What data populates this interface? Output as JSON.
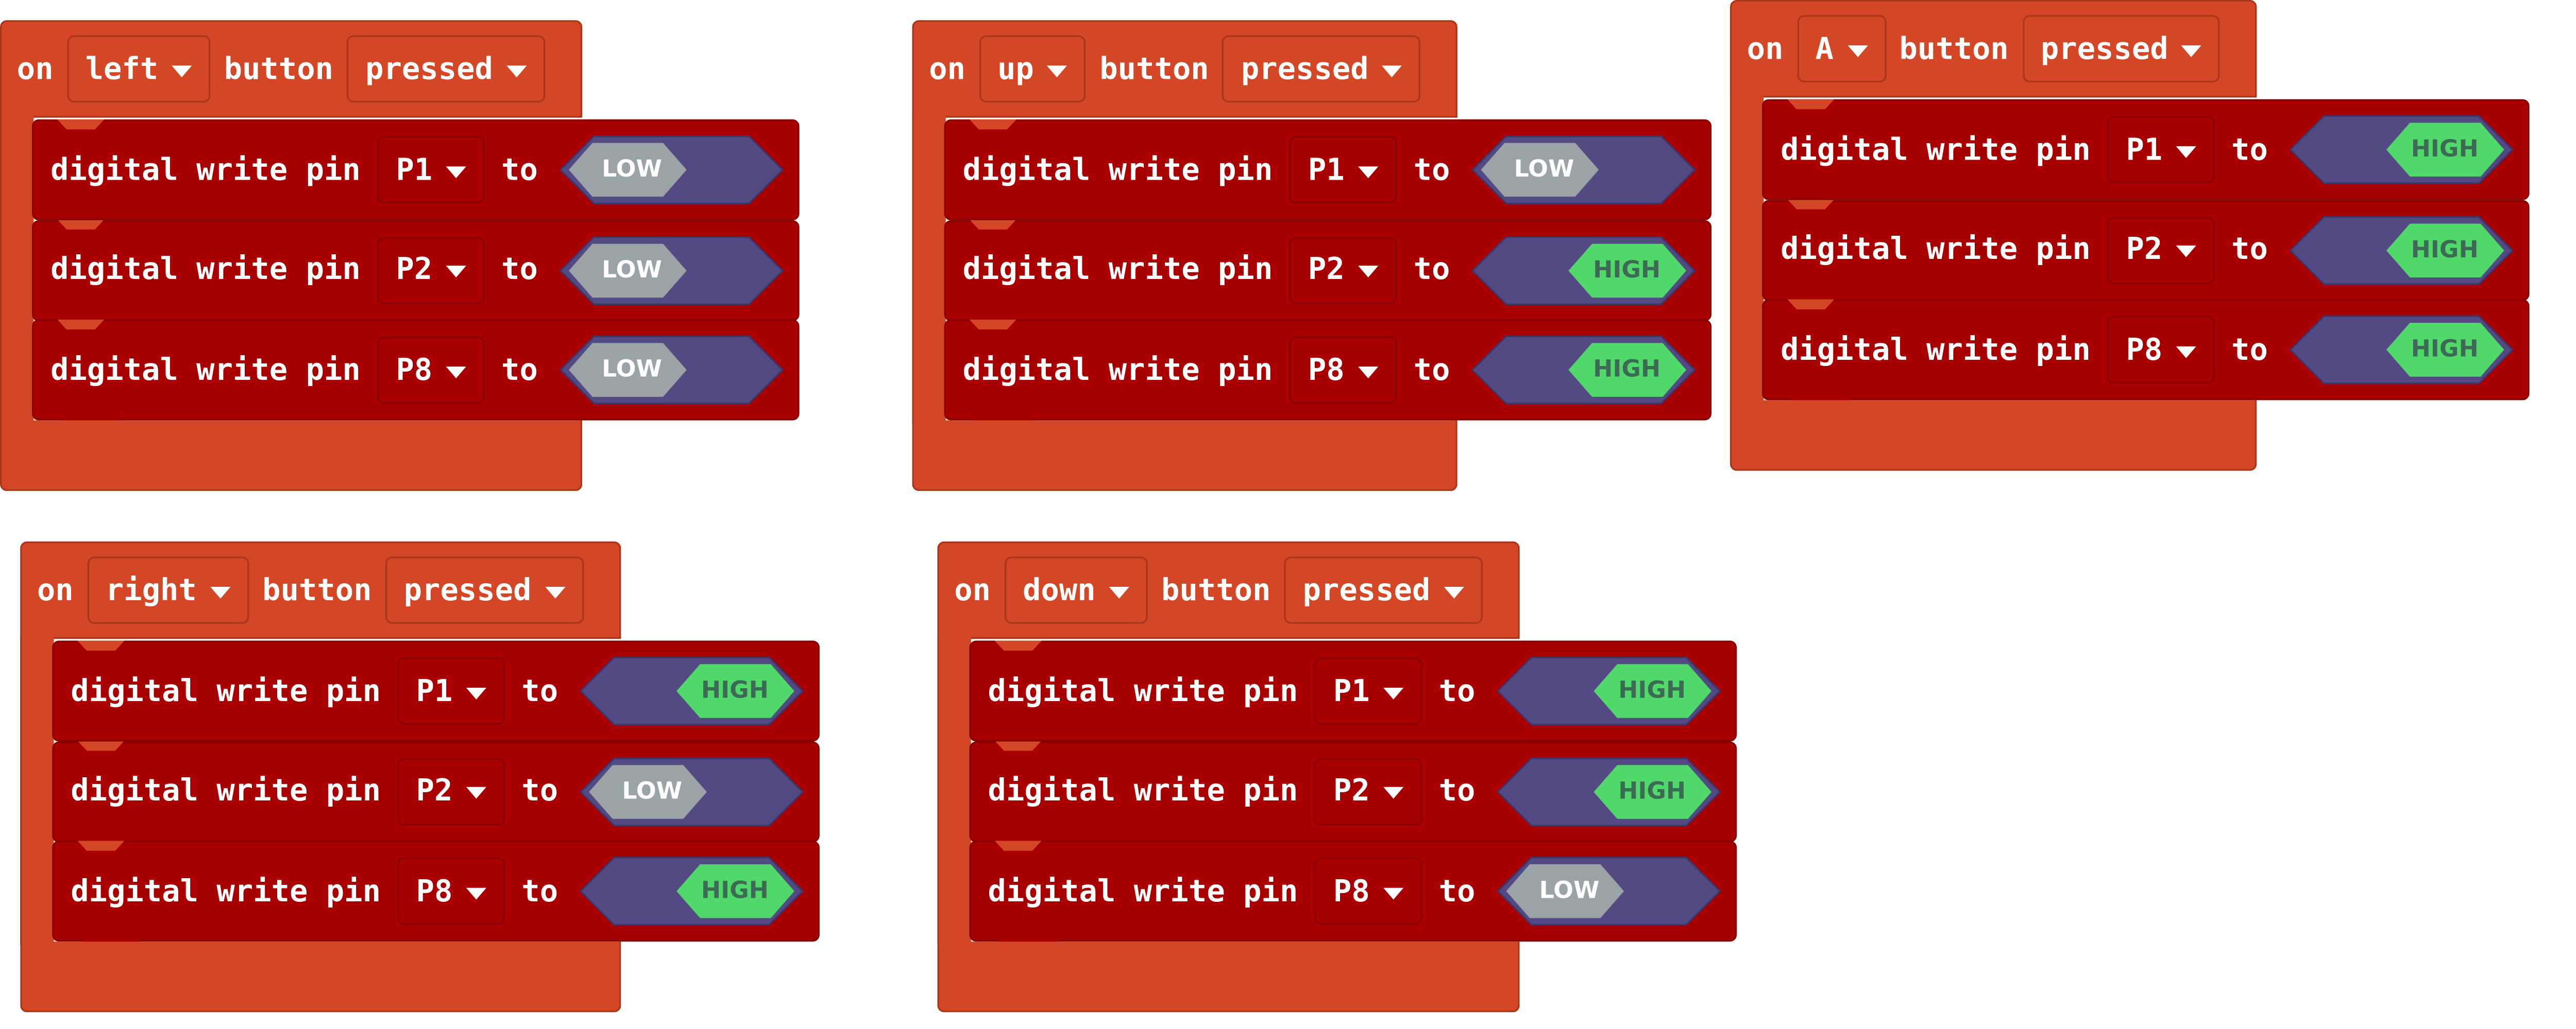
{
  "blocks": [
    {
      "name": "left",
      "prefix": "on",
      "button": "left",
      "middle": "button",
      "event": "pressed",
      "statements": [
        {
          "text": "digital write pin",
          "pin": "P1",
          "to": "to",
          "value": "LOW"
        },
        {
          "text": "digital write pin",
          "pin": "P2",
          "to": "to",
          "value": "LOW"
        },
        {
          "text": "digital write pin",
          "pin": "P8",
          "to": "to",
          "value": "LOW"
        }
      ]
    },
    {
      "name": "up",
      "prefix": "on",
      "button": "up",
      "middle": "button",
      "event": "pressed",
      "statements": [
        {
          "text": "digital write pin",
          "pin": "P1",
          "to": "to",
          "value": "LOW"
        },
        {
          "text": "digital write pin",
          "pin": "P2",
          "to": "to",
          "value": "HIGH"
        },
        {
          "text": "digital write pin",
          "pin": "P8",
          "to": "to",
          "value": "HIGH"
        }
      ]
    },
    {
      "name": "a",
      "prefix": "on",
      "button": "A",
      "middle": "button",
      "event": "pressed",
      "statements": [
        {
          "text": "digital write pin",
          "pin": "P1",
          "to": "to",
          "value": "HIGH"
        },
        {
          "text": "digital write pin",
          "pin": "P2",
          "to": "to",
          "value": "HIGH"
        },
        {
          "text": "digital write pin",
          "pin": "P8",
          "to": "to",
          "value": "HIGH"
        }
      ]
    },
    {
      "name": "right",
      "prefix": "on",
      "button": "right",
      "middle": "button",
      "event": "pressed",
      "statements": [
        {
          "text": "digital write pin",
          "pin": "P1",
          "to": "to",
          "value": "HIGH"
        },
        {
          "text": "digital write pin",
          "pin": "P2",
          "to": "to",
          "value": "LOW"
        },
        {
          "text": "digital write pin",
          "pin": "P8",
          "to": "to",
          "value": "HIGH"
        }
      ]
    },
    {
      "name": "down",
      "prefix": "on",
      "button": "down",
      "middle": "button",
      "event": "pressed",
      "statements": [
        {
          "text": "digital write pin",
          "pin": "P1",
          "to": "to",
          "value": "HIGH"
        },
        {
          "text": "digital write pin",
          "pin": "P2",
          "to": "to",
          "value": "HIGH"
        },
        {
          "text": "digital write pin",
          "pin": "P8",
          "to": "to",
          "value": "LOW"
        }
      ]
    }
  ],
  "colors": {
    "event_block": "#d34726",
    "statement_block": "#a80000",
    "value_socket": "#534a84",
    "high_value": "#50d86a",
    "low_value": "#9aa3a5",
    "text": "#ffffff"
  },
  "icons": {
    "dropdown": "caret-down-icon"
  }
}
